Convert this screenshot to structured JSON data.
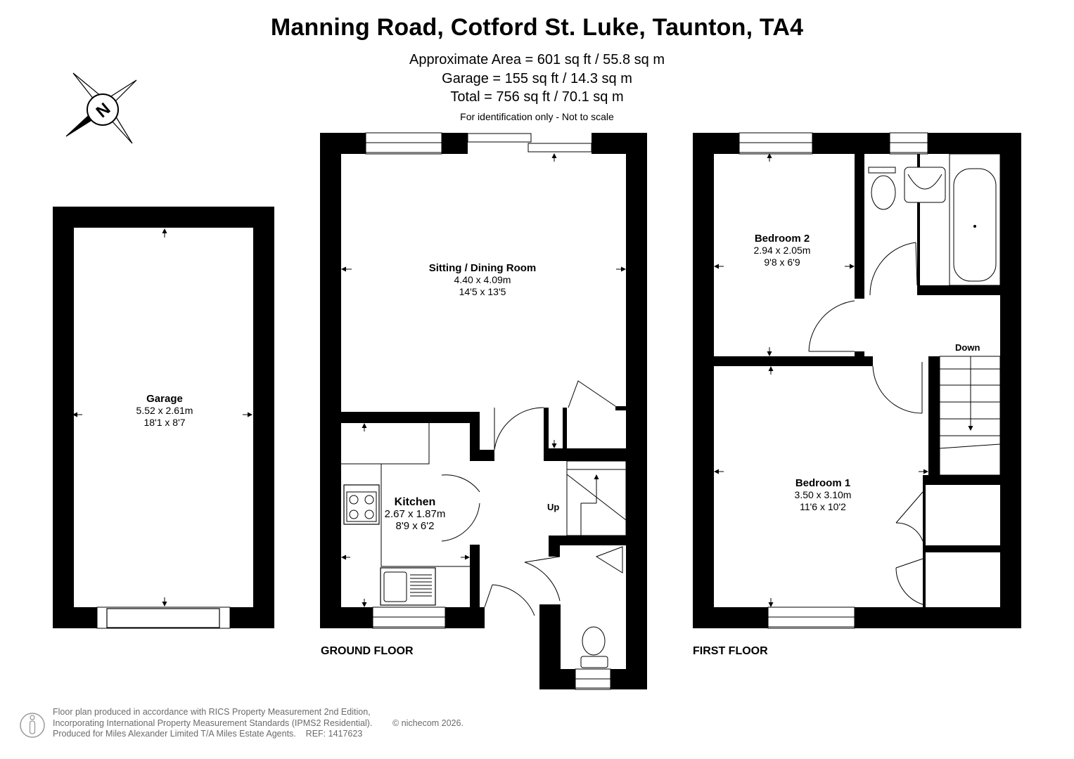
{
  "header": {
    "title": "Manning Road, Cotford St. Luke, Taunton, TA4",
    "area_line_1": "Approximate Area = 601 sq ft / 55.8 sq m",
    "area_line_2": "Garage = 155 sq ft / 14.3 sq m",
    "area_line_3": "Total = 756 sq ft / 70.1 sq m",
    "disclaimer": "For identification only - Not to scale"
  },
  "compass": {
    "letter": "N",
    "icon": "compass-icon"
  },
  "rooms": {
    "garage": {
      "name": "Garage",
      "metric": "5.52 x 2.61m",
      "imperial": "18'1 x 8'7"
    },
    "sitting": {
      "name": "Sitting / Dining Room",
      "metric": "4.40 x 4.09m",
      "imperial": "14'5 x 13'5"
    },
    "kitchen": {
      "name": "Kitchen",
      "metric": "2.67 x 1.87m",
      "imperial": "8'9 x 6'2"
    },
    "bedroom2": {
      "name": "Bedroom 2",
      "metric": "2.94 x 2.05m",
      "imperial": "9'8 x 6'9"
    },
    "bedroom1": {
      "name": "Bedroom 1",
      "metric": "3.50 x 3.10m",
      "imperial": "11'6 x 10'2"
    }
  },
  "stairs": {
    "up": "Up",
    "down": "Down"
  },
  "floors": {
    "ground": "GROUND FLOOR",
    "first": "FIRST FLOOR"
  },
  "footer": {
    "line1": "Floor plan produced in accordance with RICS Property Measurement 2nd Edition,",
    "line2": "Incorporating International Property Measurement Standards (IPMS2 Residential).",
    "line3": "Produced for Miles Alexander Limited T/A Miles Estate Agents.    REF: 1417623",
    "copyright": "© nichecom 2026."
  }
}
